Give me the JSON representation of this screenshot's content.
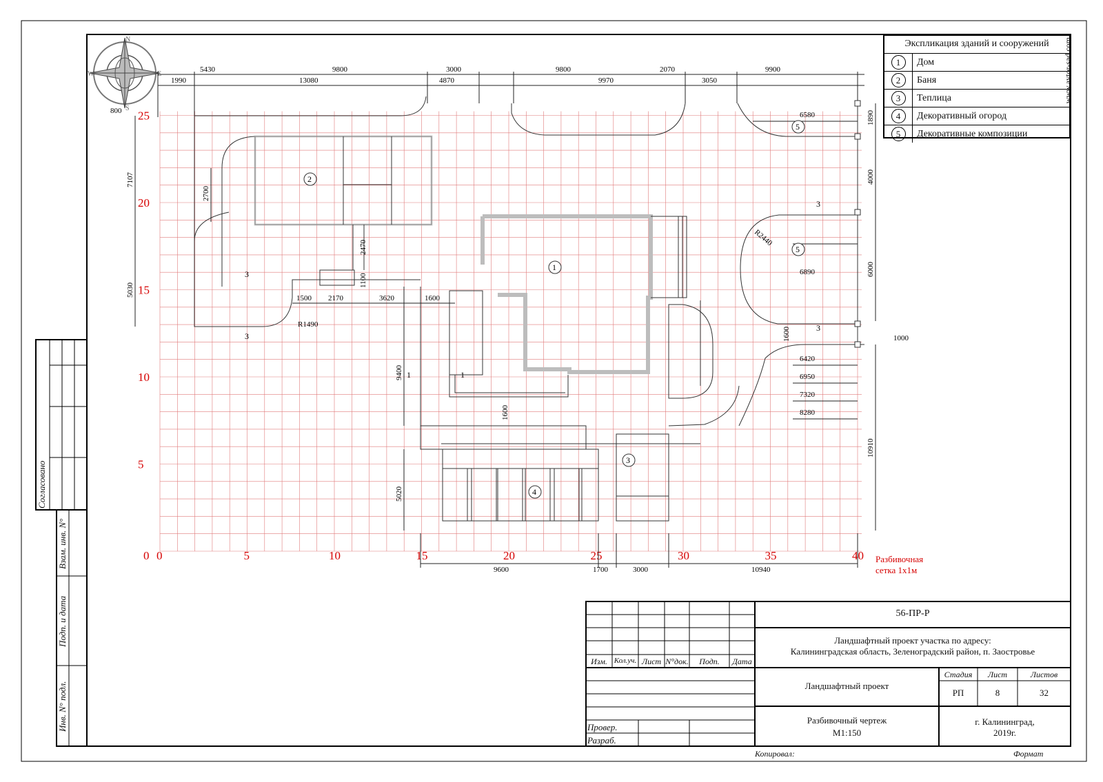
{
  "legend": {
    "title": "Экспликация зданий и сооружений",
    "items": [
      {
        "num": "1",
        "label": "Дом"
      },
      {
        "num": "2",
        "label": "Баня"
      },
      {
        "num": "3",
        "label": "Теплица"
      },
      {
        "num": "4",
        "label": "Декоративный огород"
      },
      {
        "num": "5",
        "label": "Декоративные композиции"
      }
    ]
  },
  "website": "www.avtor-sad.com",
  "grid": {
    "note_line1": "Разбивочная",
    "note_line2": "сетка  1х1м",
    "x_labels": [
      "0",
      "5",
      "10",
      "15",
      "20",
      "25",
      "30",
      "35",
      "40"
    ],
    "y_labels": [
      "25",
      "20",
      "15",
      "10",
      "5",
      "0"
    ]
  },
  "compass": {
    "scale_note": "800",
    "letters": [
      "N",
      "W",
      "E",
      "S"
    ]
  },
  "dims": {
    "top_row1": [
      "5430",
      "9800",
      "3000",
      "9800",
      "2070",
      "9900"
    ],
    "top_row2": [
      "1990",
      "13080",
      "4870",
      "9970",
      "3050"
    ],
    "left": [
      "7107",
      "2700",
      "5030"
    ],
    "middle_row": [
      "1500",
      "2170",
      "3620",
      "1600"
    ],
    "vertical_mid": [
      "2470",
      "1100",
      "9400",
      "1600",
      "5020"
    ],
    "bottom": [
      "9600",
      "1700",
      "3000",
      "10940"
    ],
    "right_col": [
      "1890",
      "4000",
      "6000",
      "10910"
    ],
    "right_side": [
      "6580",
      "6890",
      "6420",
      "6950",
      "7320",
      "8280",
      "1000",
      "1600"
    ],
    "radius1": "R1490",
    "radius2": "R2440",
    "markers": [
      "3",
      "3",
      "3",
      "3",
      "1",
      "1"
    ]
  },
  "plan_labels": [
    "1",
    "2",
    "3",
    "4",
    "5",
    "5"
  ],
  "titleblock": {
    "code": "56-ПР-Р",
    "project_line1": "Ландшафтный проект участка по адресу:",
    "project_line2": "Калининградская область, Зеленоградский район, п. Заостровье",
    "stage_name": "Ландшафтный проект",
    "hdr_stage": "Стадия",
    "hdr_sheet": "Лист",
    "hdr_sheets": "Листов",
    "stage": "РП",
    "sheet": "8",
    "sheets": "32",
    "drawing_line1": "Разбивочный чертеж",
    "drawing_line2": "М1:150",
    "city_line1": "г. Калининград,",
    "city_line2": "2019г.",
    "cols": [
      "Изм.",
      "Кол.уч.",
      "Лист",
      "N°док.",
      "Подп.",
      "Дата"
    ],
    "roles": [
      "Провер.",
      "Разраб."
    ],
    "copied": "Копировал:",
    "format": "Формат"
  },
  "side_stamp": {
    "agreed": "Согласовано",
    "inv_replace": "Взам. инв. N°",
    "sign_date": "Подп. и дата",
    "inv_orig": "Инв. N° подл."
  },
  "colors": {
    "grid": "#e07a7a",
    "grid_label": "#d60000",
    "line": "#222222",
    "wall": "#bdbdbd"
  }
}
